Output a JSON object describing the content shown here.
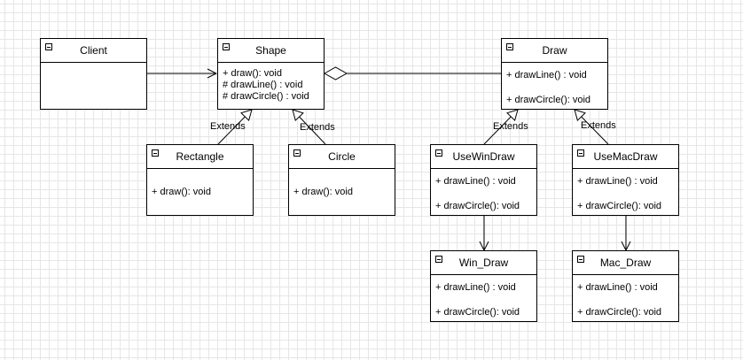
{
  "classes": {
    "client": {
      "name": "Client",
      "members": []
    },
    "shape": {
      "name": "Shape",
      "members": [
        "+ draw(): void",
        "# drawLine() : void",
        "# drawCircle() : void"
      ]
    },
    "draw": {
      "name": "Draw",
      "members": [
        "+ drawLine() : void",
        "+ drawCircle(): void"
      ]
    },
    "rectangle": {
      "name": "Rectangle",
      "members": [
        "+ draw(): void"
      ]
    },
    "circle": {
      "name": "Circle",
      "members": [
        "+ draw(): void"
      ]
    },
    "usewindraw": {
      "name": "UseWinDraw",
      "members": [
        "+ drawLine() : void",
        "+ drawCircle(): void"
      ]
    },
    "usemacdraw": {
      "name": "UseMacDraw",
      "members": [
        "+ drawLine() : void",
        "+ drawCircle(): void"
      ]
    },
    "win_draw": {
      "name": "Win_Draw",
      "members": [
        "+ drawLine() : void",
        "+ drawCircle(): void"
      ]
    },
    "mac_draw": {
      "name": "Mac_Draw",
      "members": [
        "+ drawLine() : void",
        "+ drawCircle(): void"
      ]
    }
  },
  "relations": {
    "rect_extends": "Extends",
    "circle_extends": "Extends",
    "win_extends": "Extends",
    "mac_extends": "Extends"
  }
}
